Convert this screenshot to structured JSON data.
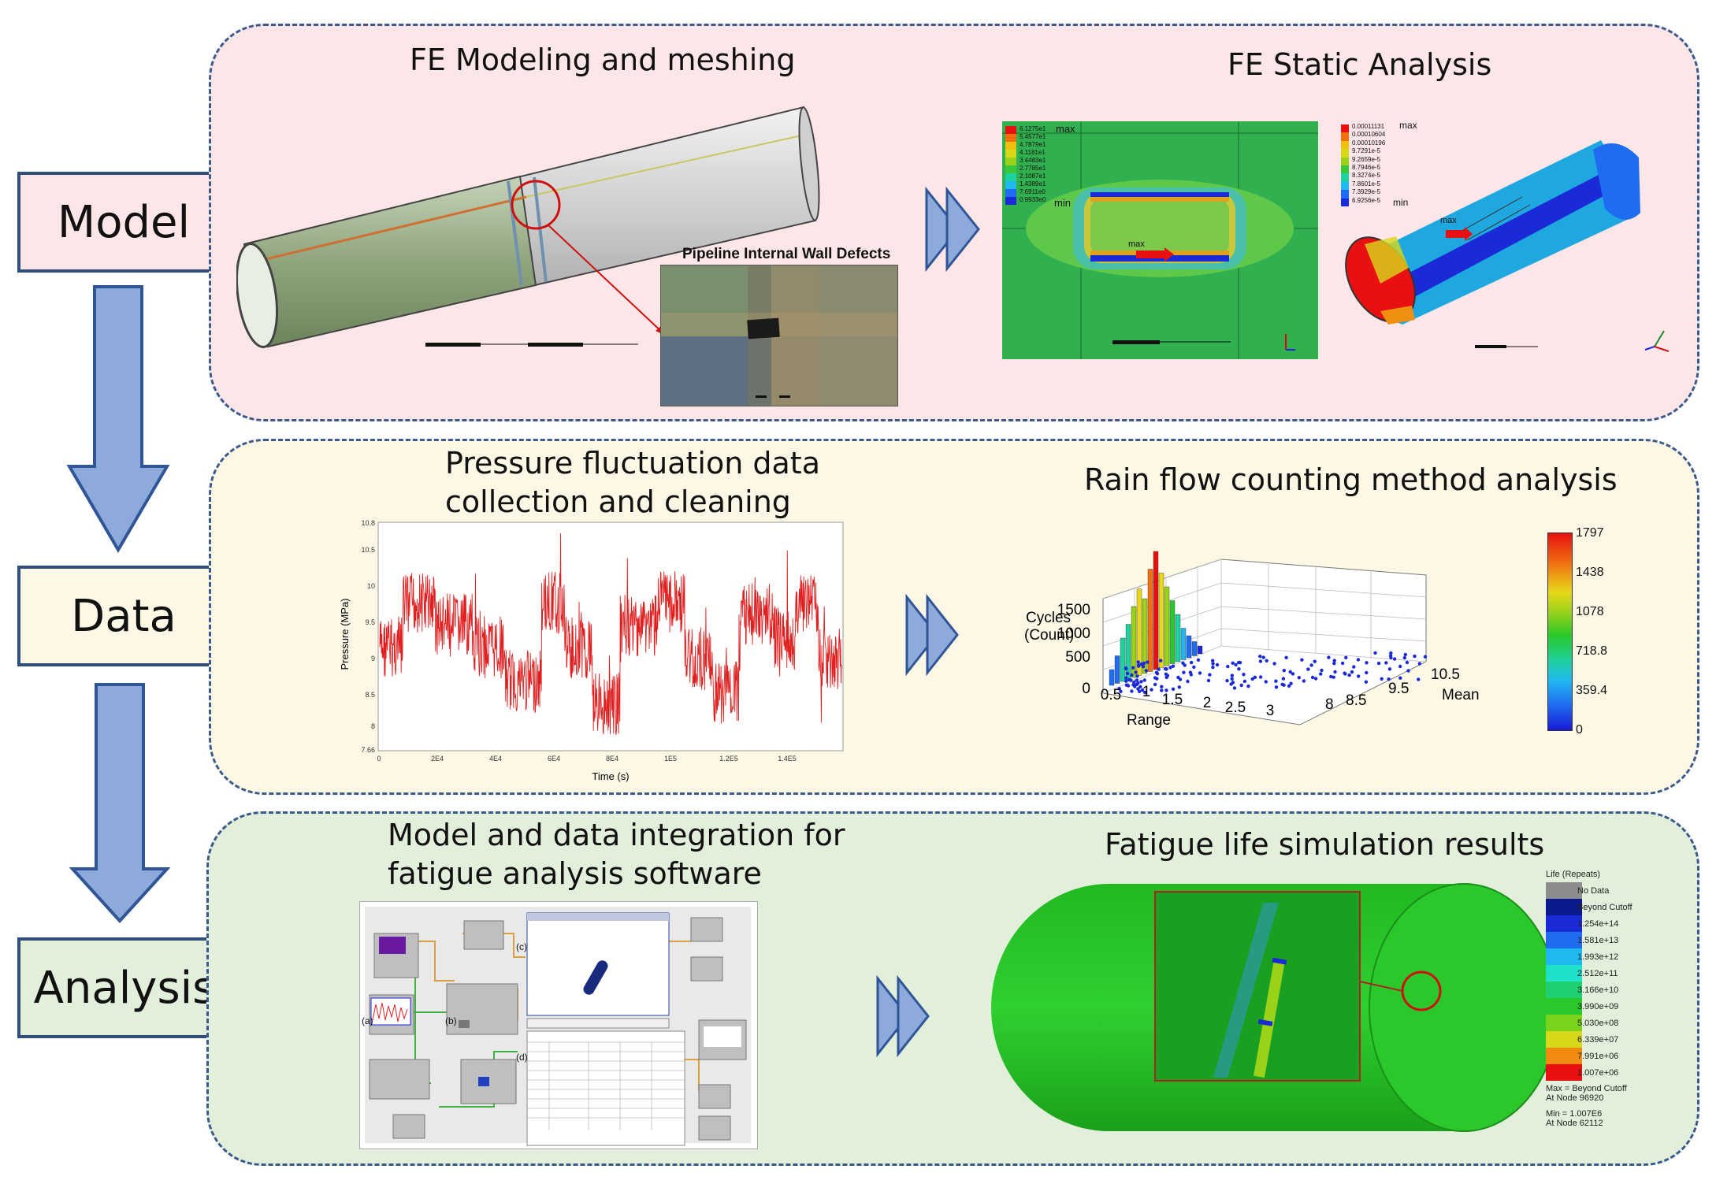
{
  "stages": {
    "model": "Model",
    "data": "Data",
    "analysis": "Analysis"
  },
  "panels": {
    "model": {
      "left_title": "FE Modeling and meshing",
      "right_title": "FE Static Analysis",
      "defect_label": "Pipeline Internal Wall Defects",
      "stress_legend": {
        "max_label": "max",
        "min_label": "min",
        "plot_max": "max",
        "values": [
          "6.1275e1",
          "5.4577e1",
          "4.7879e1",
          "4.1181e1",
          "3.4483e1",
          "2.7785e1",
          "2.1087e1",
          "1.4389e1",
          "7.6911e0",
          "0.9933e0"
        ]
      },
      "disp_legend": {
        "max_label": "max",
        "min_label": "min",
        "plot_max": "max",
        "values": [
          "0.00011131",
          "0.00010604",
          "0.00010196",
          "9.7291e-5",
          "9.2659e-5",
          "8.7946e-5",
          "8.3274e-5",
          "7.8601e-5",
          "7.3929e-5",
          "6.9256e-5"
        ]
      }
    },
    "data": {
      "left_title_line1": "Pressure fluctuation data",
      "left_title_line2": "collection and cleaning",
      "right_title": "Rain flow counting method analysis",
      "pressure_chart": {
        "ylabel": "Pressure (MPa)",
        "xlabel": "Time (s)",
        "y_ticks": [
          "10.5",
          "10",
          "9.5",
          "9",
          "8.5",
          "8",
          "7.66"
        ],
        "y_top": "10.8",
        "x_ticks": [
          "0",
          "2E4",
          "4E4",
          "6E4",
          "8E4",
          "1E5",
          "1.2E5",
          "1.4E5"
        ]
      },
      "rainflow": {
        "cycles_label_line1": "Cycles",
        "cycles_label_line2": "(Count)",
        "z_ticks": [
          "1500",
          "1000",
          "500",
          "0"
        ],
        "range_label": "Range",
        "range_ticks": [
          "0.5",
          "1",
          "1.5",
          "2",
          "2.5",
          "3"
        ],
        "mean_label": "Mean",
        "mean_ticks": [
          "10.5",
          "9.5",
          "8.5",
          "8"
        ],
        "colorbar_ticks": [
          "1797",
          "1438",
          "1078",
          "718.8",
          "359.4",
          "0"
        ]
      }
    },
    "analysis": {
      "left_title_line1": "Model and data integration for",
      "left_title_line2": "fatigue analysis software",
      "right_title": "Fatigue life simulation results",
      "software_labels": [
        "(a)",
        "(b)",
        "(c)",
        "(d)"
      ],
      "legend": {
        "title": "Life (Repeats)",
        "entries": [
          {
            "label": "No Data",
            "color": "#8c8c8c"
          },
          {
            "label": "Beyond Cutoff",
            "color": "#0a1a8c"
          },
          {
            "label": "1.254e+14",
            "color": "#1a2ad6"
          },
          {
            "label": "1.581e+13",
            "color": "#1f6cf0"
          },
          {
            "label": "1.993e+12",
            "color": "#1fb8f0"
          },
          {
            "label": "2.512e+11",
            "color": "#1fe0c8"
          },
          {
            "label": "3.166e+10",
            "color": "#1fd070"
          },
          {
            "label": "3.990e+09",
            "color": "#2ac82a"
          },
          {
            "label": "5.030e+08",
            "color": "#7ad21a"
          },
          {
            "label": "6.339e+07",
            "color": "#d8d81a"
          },
          {
            "label": "7.991e+06",
            "color": "#f08a10"
          },
          {
            "label": "1.007e+06",
            "color": "#e81010"
          }
        ],
        "max_line1": "Max = Beyond Cutoff",
        "max_line2": "At Node 96920",
        "min_line1": "Min = 1.007E6",
        "min_line2": "At Node 62112"
      }
    }
  },
  "colors": {
    "model_bg": "#fde6e8",
    "data_bg": "#fdf7e6",
    "analysis_bg": "#e2efda",
    "arrow_fill": "#8eaadb",
    "arrow_stroke": "#2f5597",
    "panel_border": "#3a5a8c"
  }
}
